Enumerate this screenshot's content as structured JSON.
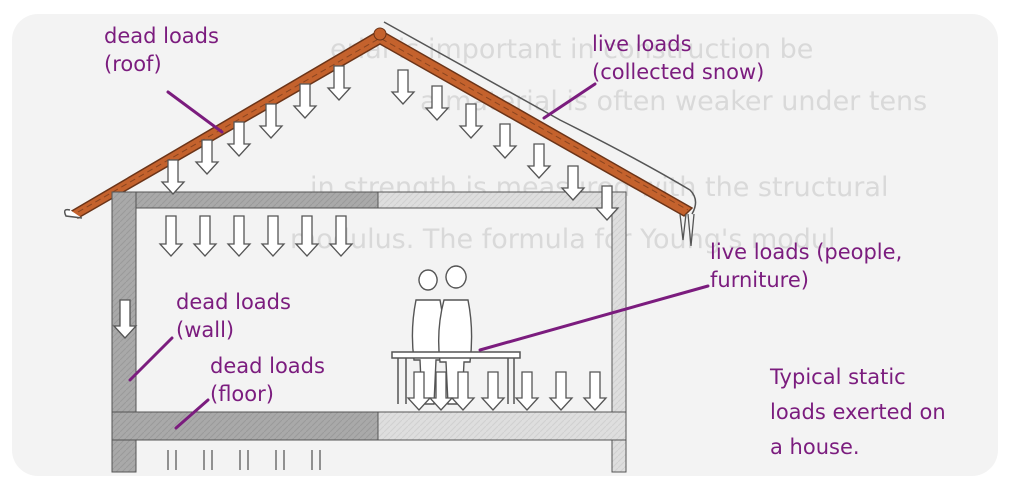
{
  "colors": {
    "label": "#7b1c7e",
    "roof_tile": "#c4622d",
    "wall": "#a7a7a7",
    "paper": "#f3f3f3"
  },
  "labels": {
    "dead_roof": [
      "dead loads",
      "(roof)"
    ],
    "live_snow": [
      "live loads",
      "(collected snow)"
    ],
    "live_people": [
      "live loads (people,",
      "furniture)"
    ],
    "dead_wall": [
      "dead loads",
      "(wall)"
    ],
    "dead_floor": [
      "dead loads",
      "(floor)"
    ]
  },
  "caption": [
    "Typical static",
    "loads exerted on",
    "a house."
  ],
  "background_text": [
    "erial is important in construction be",
    "a material is often weaker under tens",
    "in strength is measured with the structural",
    "modulus. The formula for Young's modul"
  ]
}
